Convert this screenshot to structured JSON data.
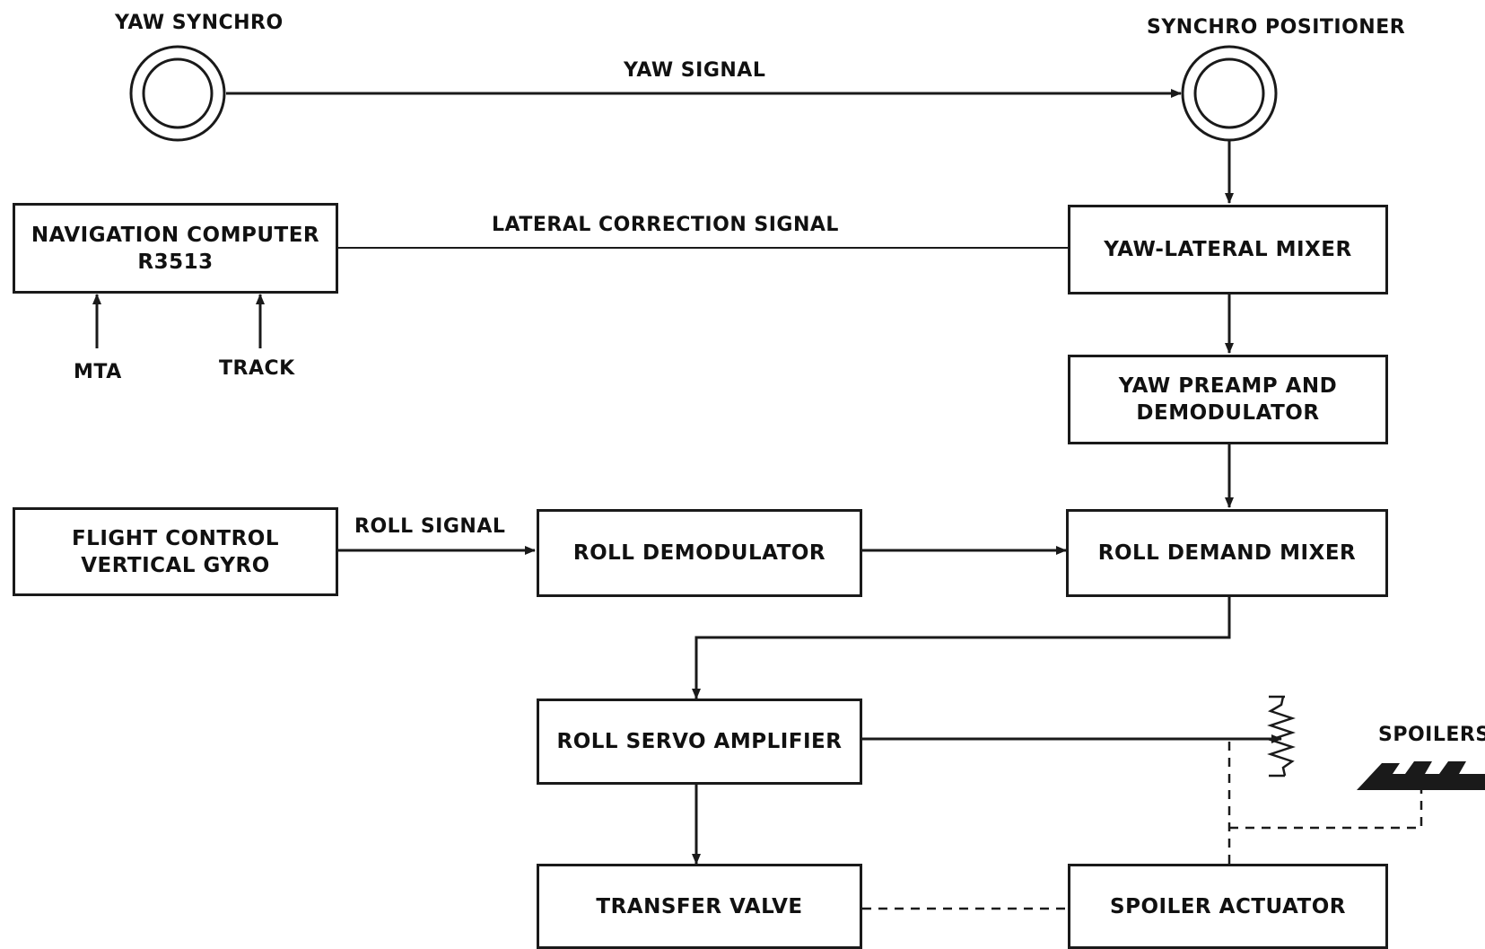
{
  "labels": {
    "yaw_synchro": "YAW SYNCHRO",
    "synchro_positioner": "SYNCHRO POSITIONER",
    "yaw_signal": "YAW SIGNAL",
    "lateral_correction_signal": "LATERAL CORRECTION SIGNAL",
    "roll_signal": "ROLL SIGNAL",
    "mta": "MTA",
    "track": "TRACK",
    "spoilers": "SPOILERS"
  },
  "blocks": {
    "navigation_computer": {
      "line1": "NAVIGATION COMPUTER",
      "line2": "R3513"
    },
    "yaw_lateral_mixer": {
      "line1": "YAW-LATERAL MIXER"
    },
    "yaw_preamp": {
      "line1": "YAW PREAMP AND",
      "line2": "DEMODULATOR"
    },
    "vertical_gyro": {
      "line1": "FLIGHT CONTROL",
      "line2": "VERTICAL GYRO"
    },
    "roll_demodulator": {
      "line1": "ROLL DEMODULATOR"
    },
    "roll_demand_mixer": {
      "line1": "ROLL DEMAND MIXER"
    },
    "roll_servo_amplifier": {
      "line1": "ROLL SERVO AMPLIFIER"
    },
    "transfer_valve": {
      "line1": "TRANSFER VALVE"
    },
    "spoiler_actuator": {
      "line1": "SPOILER ACTUATOR"
    }
  }
}
